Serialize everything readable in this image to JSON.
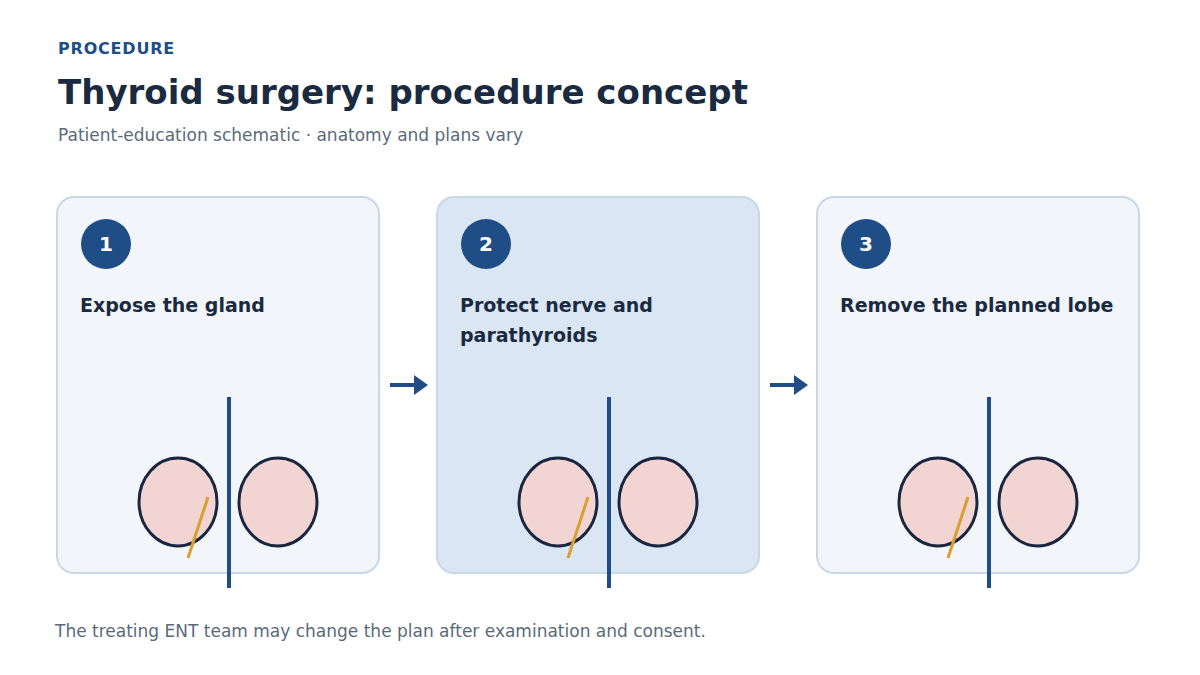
{
  "diagram": {
    "title": "Thyroid surgery: procedure concept",
    "caption": "The treating ENT team may change the plan after examination and consent.",
    "nodes": [
      {
        "text": [
          "Expose the gland"
        ]
      },
      {
        "text": [
          "1"
        ],
        "in": 0
      },
      {
        "text": [
          "Protect nerve and parathyroids"
        ]
      },
      {
        "text": [
          "2"
        ],
        "in": 2
      },
      {
        "text": [
          "Remove the planned lobe"
        ]
      },
      {
        "text": [
          "3"
        ],
        "in": 4
      }
    ],
    "edges": [
      {
        "from": 0,
        "to": 2,
        "arrow": "to"
      },
      {
        "from": 2,
        "to": 4,
        "arrow": "to"
      }
    ],
    "labels": [
      "PROCEDURE",
      "Patient-education schematic · anatomy and plans vary"
    ]
  }
}
